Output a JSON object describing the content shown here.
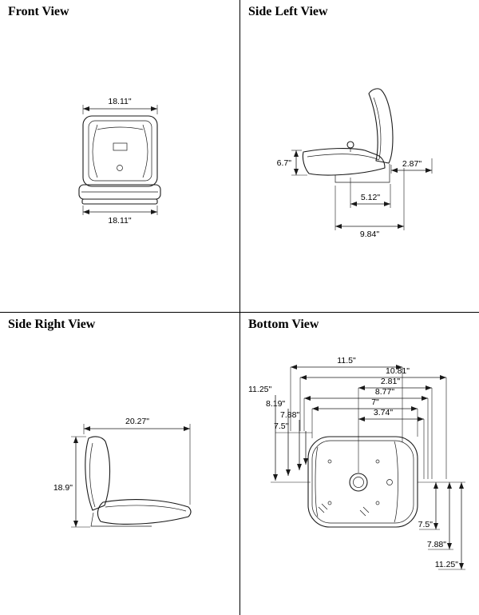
{
  "views": {
    "front": {
      "title": "Front View",
      "dim_top": "18.11\"",
      "dim_bottom": "18.11\""
    },
    "side_left": {
      "title": "Side Left View",
      "dim_back_height": "6.7\"",
      "dim_rear_offset": "2.87\"",
      "dim_seat_depth": "5.12\"",
      "dim_overall_depth": "9.84\""
    },
    "side_right": {
      "title": "Side Right View",
      "dim_overall_depth": "20.27\"",
      "dim_overall_height": "18.9\""
    },
    "bottom": {
      "title": "Bottom View",
      "dim_top_1": "11.5\"",
      "dim_top_2": "10.81\"",
      "dim_top_3": "2.81\"",
      "dim_top_4": "8.77\"",
      "dim_top_5": "7\"",
      "dim_top_6": "3.74\"",
      "dim_left_1": "11.25\"",
      "dim_left_2": "8.19\"",
      "dim_left_3": "7.88\"",
      "dim_left_4": "7.5\"",
      "dim_right_1": "7.5\"",
      "dim_right_2": "7.88\"",
      "dim_right_3": "11.25\""
    }
  }
}
